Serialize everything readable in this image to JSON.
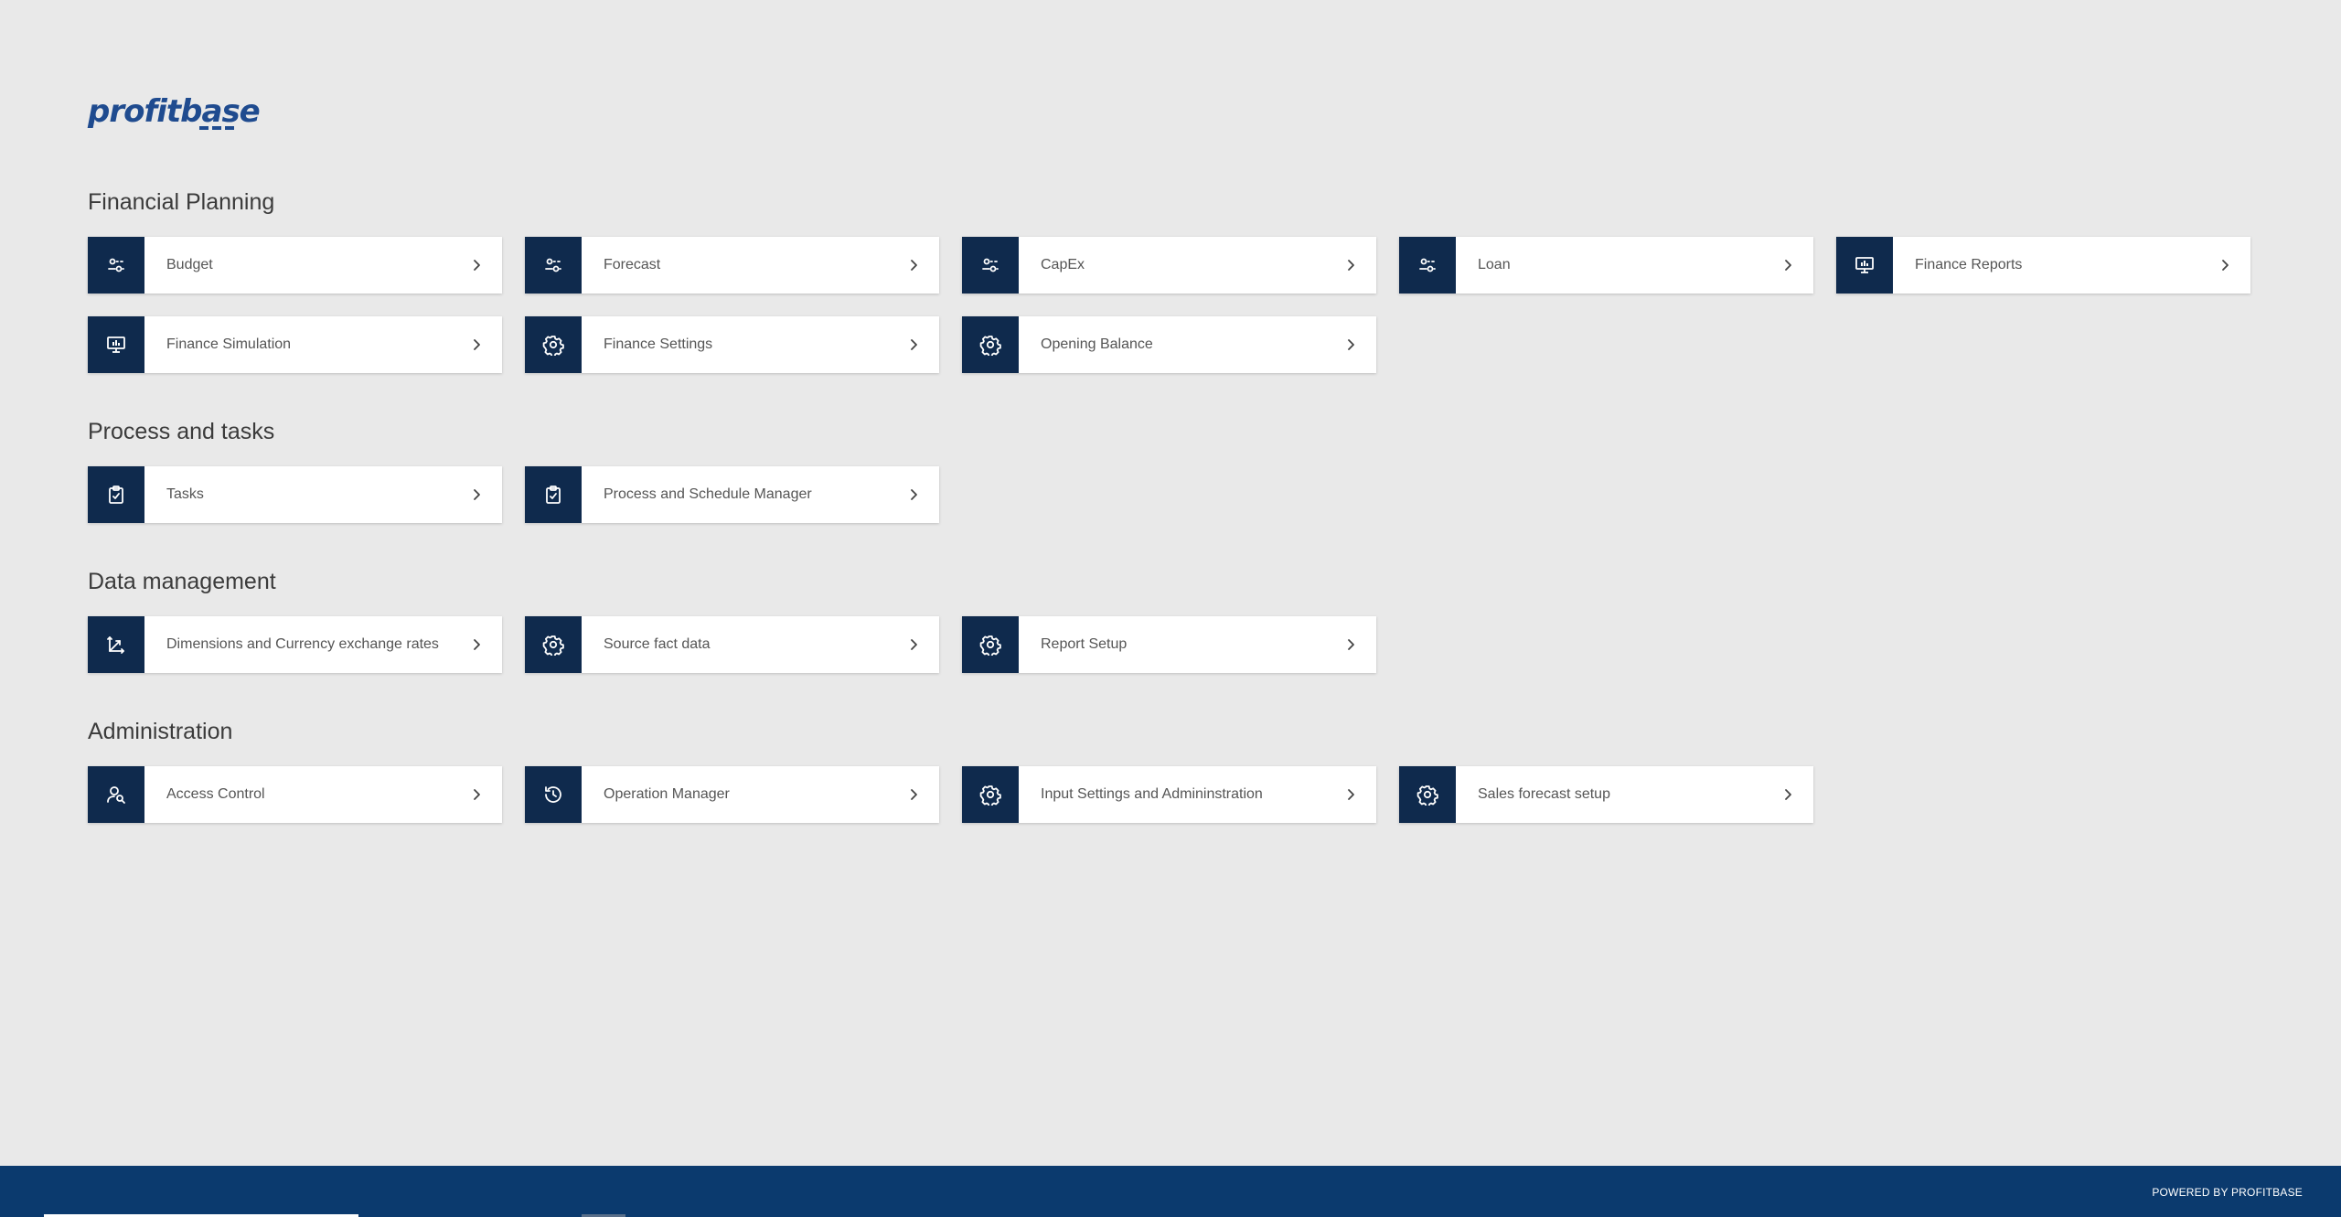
{
  "brand": {
    "logo_text": "profitbase"
  },
  "sections": [
    {
      "title": "Financial Planning",
      "tiles": [
        {
          "label": "Budget",
          "icon": "sliders-icon"
        },
        {
          "label": "Forecast",
          "icon": "sliders-icon"
        },
        {
          "label": "CapEx",
          "icon": "sliders-icon"
        },
        {
          "label": "Loan",
          "icon": "sliders-icon"
        },
        {
          "label": "Finance Reports",
          "icon": "monitor-chart-icon"
        },
        {
          "label": "Finance Simulation",
          "icon": "monitor-chart-icon"
        },
        {
          "label": "Finance Settings",
          "icon": "gear-icon"
        },
        {
          "label": "Opening Balance",
          "icon": "gear-icon"
        }
      ]
    },
    {
      "title": "Process and tasks",
      "tiles": [
        {
          "label": "Tasks",
          "icon": "clipboard-check-icon"
        },
        {
          "label": "Process and Schedule Manager",
          "icon": "clipboard-check-icon"
        }
      ]
    },
    {
      "title": "Data management",
      "tiles": [
        {
          "label": "Dimensions and Currency exchange rates",
          "icon": "axis-arrows-icon"
        },
        {
          "label": "Source fact data",
          "icon": "gear-icon"
        },
        {
          "label": "Report Setup",
          "icon": "gear-icon"
        }
      ]
    },
    {
      "title": "Administration",
      "tiles": [
        {
          "label": "Access Control",
          "icon": "user-search-icon"
        },
        {
          "label": "Operation Manager",
          "icon": "history-icon"
        },
        {
          "label": "Input Settings and Admininstration",
          "icon": "gear-icon"
        },
        {
          "label": "Sales forecast setup",
          "icon": "gear-icon"
        }
      ]
    }
  ],
  "footer": {
    "powered_by": "POWERED BY PROFITBASE"
  },
  "colors": {
    "background": "#e9e9e9",
    "icon_tile": "#0f2a4d",
    "footer": "#0b3a6e",
    "brand": "#1f4b8f"
  }
}
